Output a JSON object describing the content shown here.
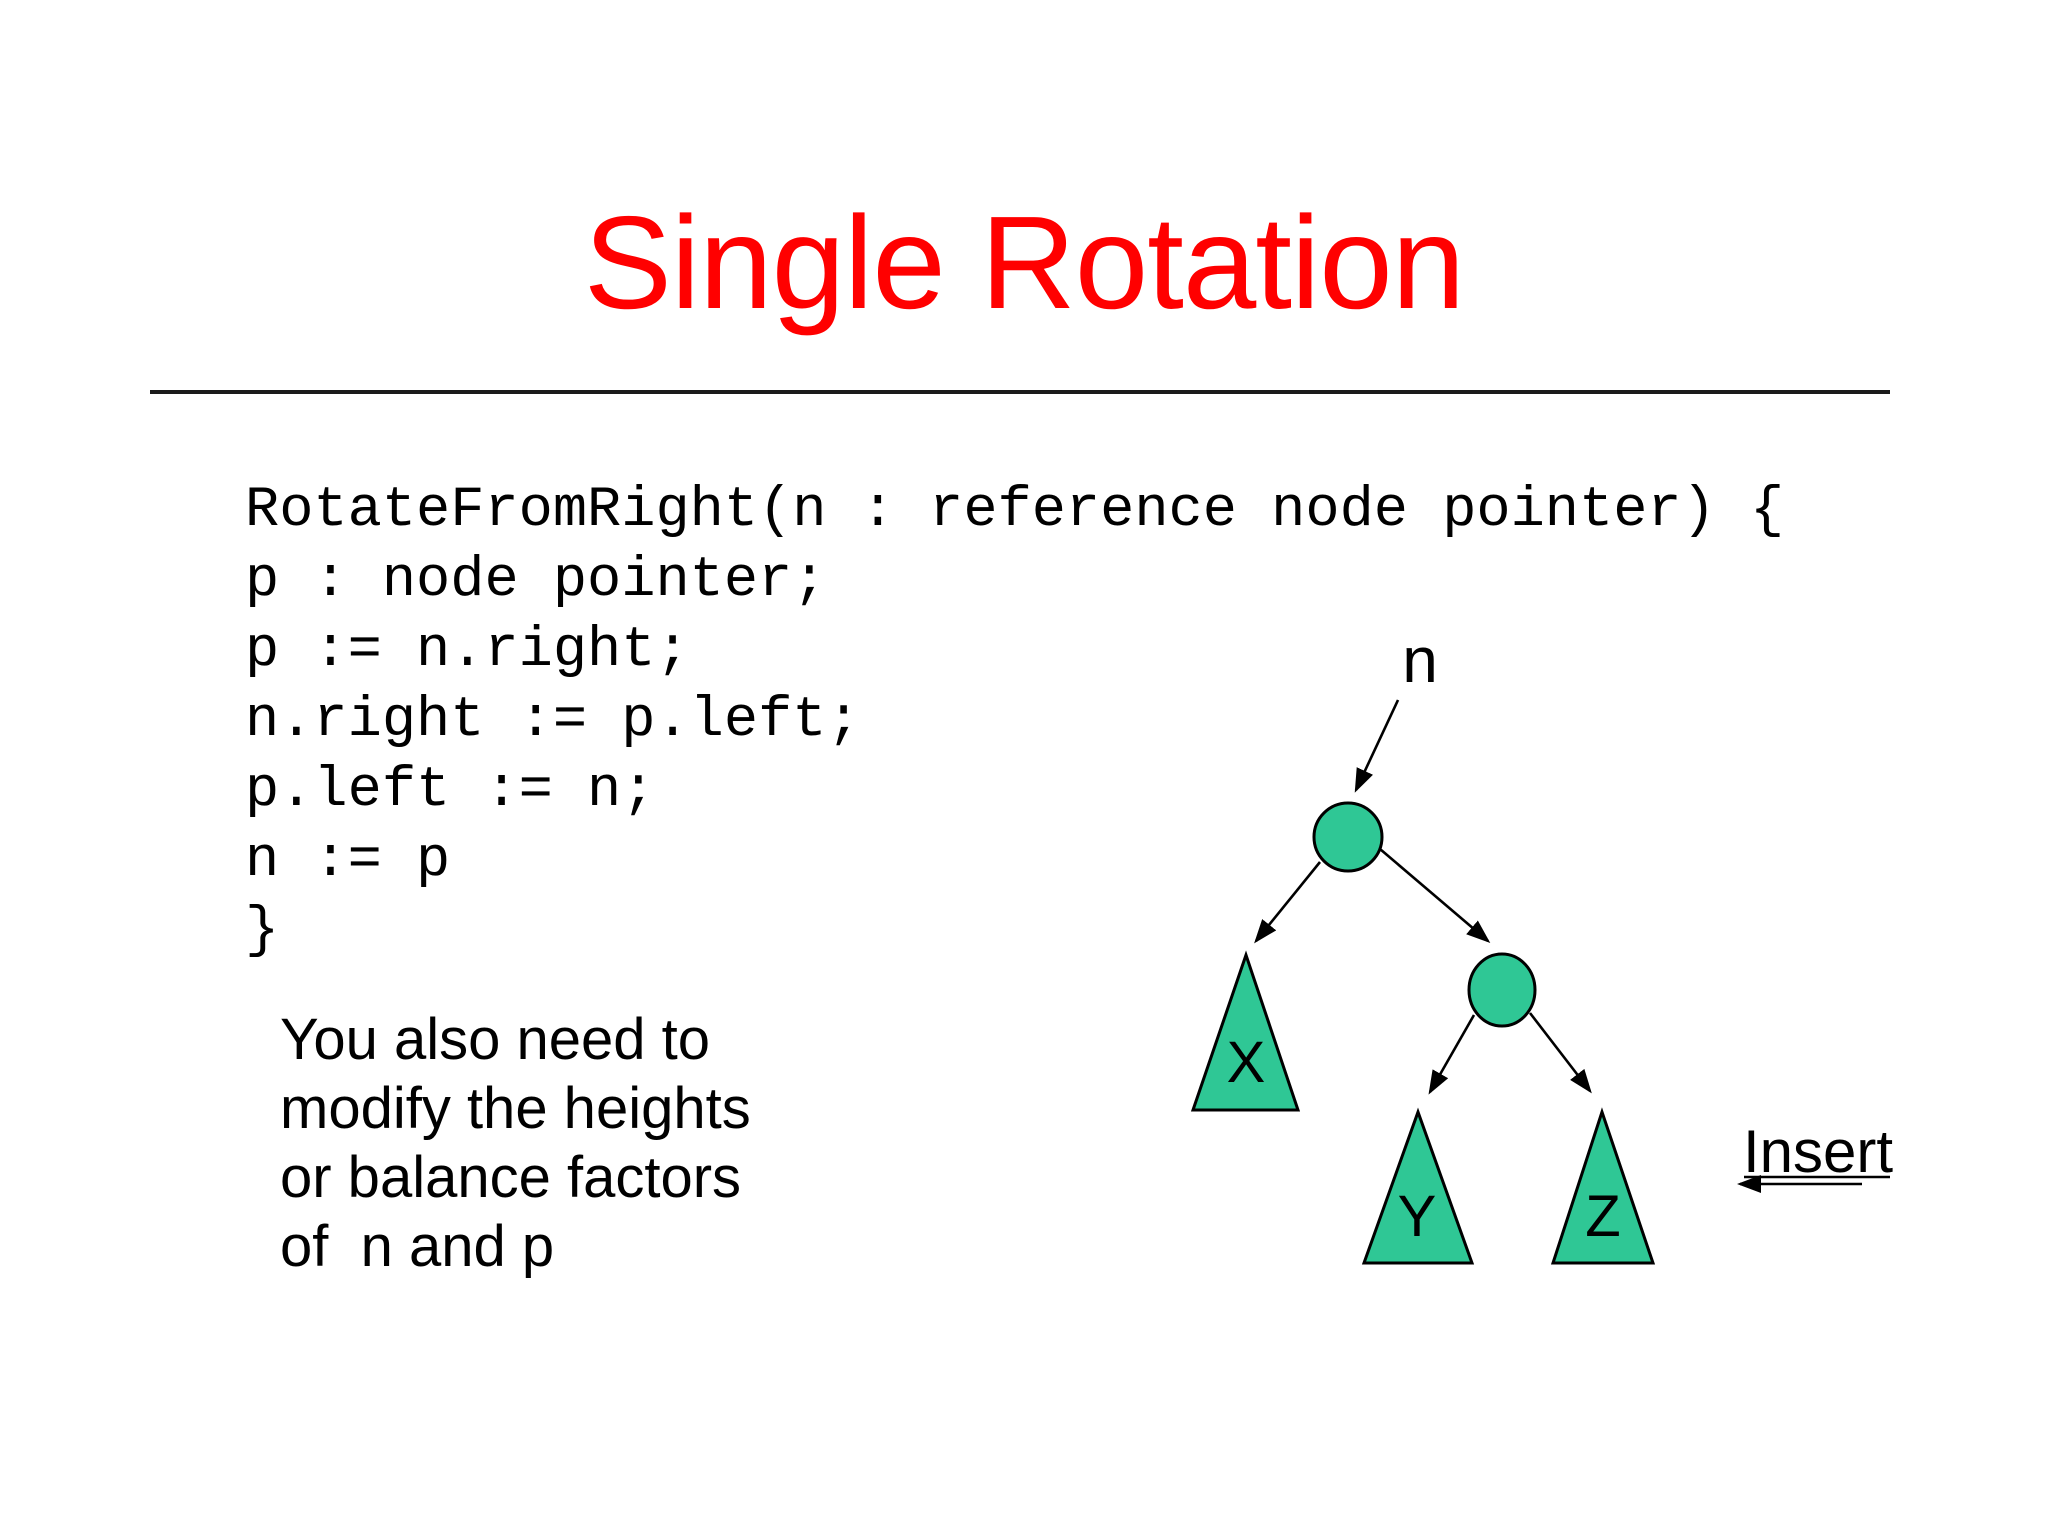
{
  "slide": {
    "title": "Single Rotation",
    "colors": {
      "title": "#FF0000",
      "node_fill": "#2FC795",
      "node_stroke": "#000000"
    },
    "code": {
      "lines": [
        "RotateFromRight(n : reference node pointer) {",
        "p : node pointer;",
        "p := n.right;",
        "n.right := p.left;",
        "p.left := n;",
        "n := p",
        "}"
      ]
    },
    "note": {
      "lines": [
        "You also need to",
        "modify the heights",
        "or balance factors",
        "of  n and p"
      ]
    },
    "diagram": {
      "pointer_label": "n",
      "left_subtree_label": "X",
      "middle_subtree_label": "Y",
      "right_subtree_label": "Z",
      "insert_label": "Insert"
    }
  }
}
